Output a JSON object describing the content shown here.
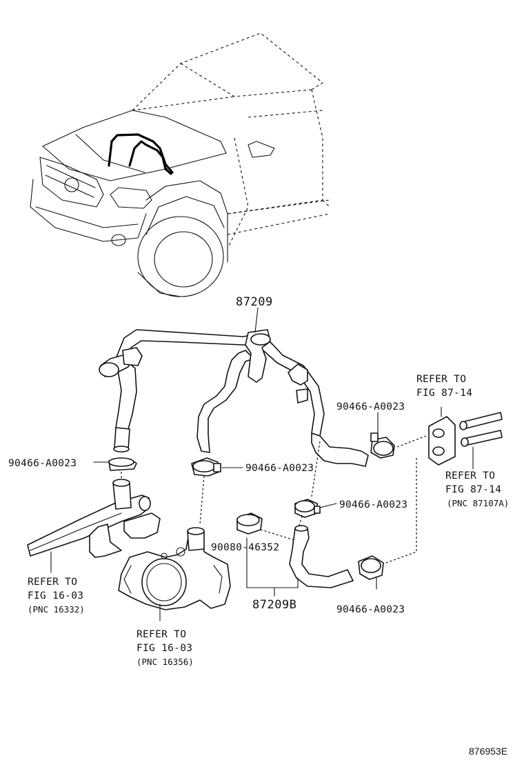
{
  "labels": {
    "p87209": "87209",
    "c1": "90466-A0023",
    "c2": "90466-A0023",
    "c3": "90466-A0023",
    "c4": "90466-A0023",
    "c5": "90466-A0023",
    "c6": "90080-46352",
    "p87209b": "87209B"
  },
  "refs": {
    "fig8714a": {
      "line1": "REFER TO",
      "line2": "FIG 87-14"
    },
    "fig8714b": {
      "line1": "REFER TO",
      "line2": "FIG 87-14",
      "line3": "(PNC 87107A)"
    },
    "fig1603a": {
      "line1": "REFER TO",
      "line2": "FIG 16-03",
      "line3": "(PNC 16332)"
    },
    "fig1603b": {
      "line1": "REFER TO",
      "line2": "FIG 16-03",
      "line3": "(PNC 16356)"
    }
  },
  "diagram_code": "876953E"
}
